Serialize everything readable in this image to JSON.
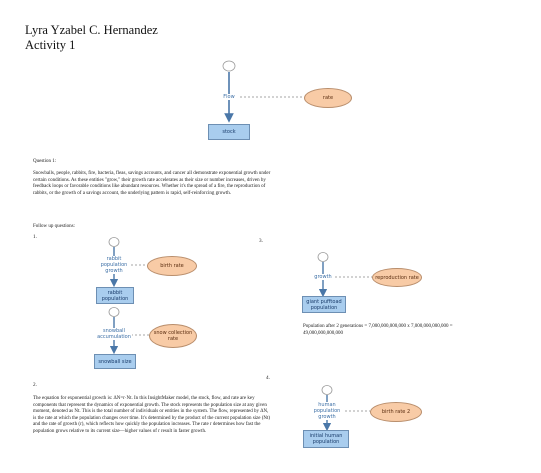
{
  "header": {
    "name": "Lyra Yzabel C. Hernandez",
    "activity": "Activity 1"
  },
  "top_model": {
    "flow_label": "Flow",
    "stock_label": "stock",
    "converter_label": "rate"
  },
  "question": {
    "heading": "Question 1:",
    "paragraph": "Snowballs, people, rabbits, fire, bacteria, fleas, savings accounts, and cancer all demonstrate exponential growth under certain conditions. As these entities \"grow,\" their growth rate accelerates as their size or number increases, driven by feedback loops or favorable conditions like abundant resources. Whether it's the spread of a fire, the reproduction of rabbits, or the growth of a savings account, the underlying pattern is rapid, self-reinforcing growth.",
    "follow_up": "Follow up questions:"
  },
  "q1": {
    "number": "1.",
    "rabbit_flow": "rabbit population growth",
    "rabbit_converter": "birth rate",
    "rabbit_stock": "rabbit population",
    "snow_flow": "snowball accumulation",
    "snow_converter": "snow collection rate",
    "snow_stock": "snowball size"
  },
  "q2": {
    "number": "2.",
    "paragraph": "The equation for exponential growth is: ΔN=r·Nt. In this InsightMaker model, the stock, flow, and rate are key components that represent the dynamics of exponential growth. The stock represents the population size at any given moment, denoted as Nt. This is the total number of individuals or entities in the system. The flow, represented by ΔN, is the rate at which the population changes over time. It's determined by the product of the current population size (Nt) and the rate of growth (r), which reflects how quickly the population increases. The rate r determines how fast the population grows relative to its current size—higher values of r result in faster growth."
  },
  "q3": {
    "number": "3.",
    "flow": "growth",
    "converter": "reproduction rate",
    "stock": "giant pufftoad population",
    "result": "Population after 2 generations = 7,000,000,000,000 x 7,000,000,000,000 = 49,000,000,000,000"
  },
  "q4": {
    "number": "4.",
    "flow": "human population growth",
    "converter": "birth rate 2",
    "stock": "initial human population"
  },
  "colors": {
    "stock_fill": "#a9cdee",
    "converter_fill": "#f8cba6",
    "arrow": "#4a77a8"
  }
}
